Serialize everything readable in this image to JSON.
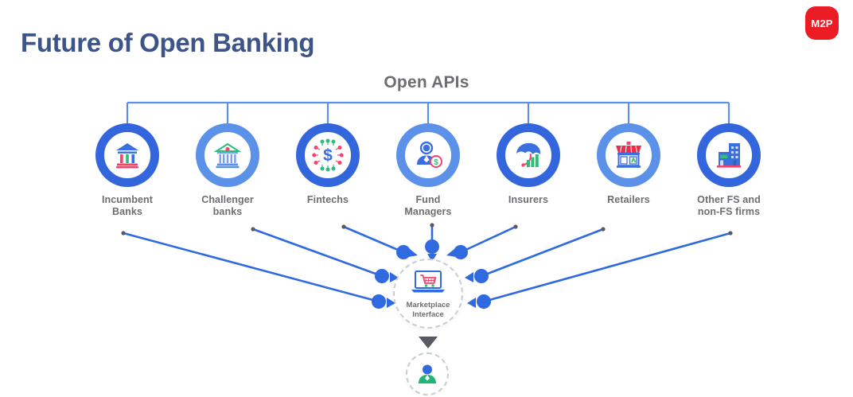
{
  "page": {
    "title": "Future of Open Banking",
    "brand_logo_text": "M2P",
    "brand_logo_color": "#ec1c24",
    "title_color": "#3d5486",
    "label_color": "#6d6e71"
  },
  "api_bracket": {
    "label": "Open APIs"
  },
  "colors": {
    "ring_dark": "#3366dd",
    "ring_light": "#5b91e8",
    "connector": "#2f6ae0",
    "accent_pink": "#f4436c",
    "accent_green": "#2cbd78",
    "accent_red": "#ec1c24"
  },
  "channels": [
    {
      "label_line1": "Incumbent",
      "label_line2": "Banks",
      "icon": "bank-columns-icon",
      "ring": "dark"
    },
    {
      "label_line1": "Challenger",
      "label_line2": "banks",
      "icon": "courthouse-icon",
      "ring": "light"
    },
    {
      "label_line1": "Fintechs",
      "label_line2": "",
      "icon": "dollar-network-icon",
      "ring": "dark"
    },
    {
      "label_line1": "Fund Managers",
      "label_line2": "",
      "icon": "person-coin-icon",
      "ring": "light"
    },
    {
      "label_line1": "Insurers",
      "label_line2": "",
      "icon": "umbrella-chart-icon",
      "ring": "dark"
    },
    {
      "label_line1": "Retailers",
      "label_line2": "",
      "icon": "storefront-icon",
      "ring": "light"
    },
    {
      "label_line1": "Other FS and",
      "label_line2": "non-FS firms",
      "icon": "office-buildings-icon",
      "ring": "dark"
    }
  ],
  "hub": {
    "label_line1": "Marketplace",
    "label_line2": "Interface",
    "icon": "laptop-cart-icon"
  },
  "customer": {
    "icon": "user-avatar-icon"
  }
}
